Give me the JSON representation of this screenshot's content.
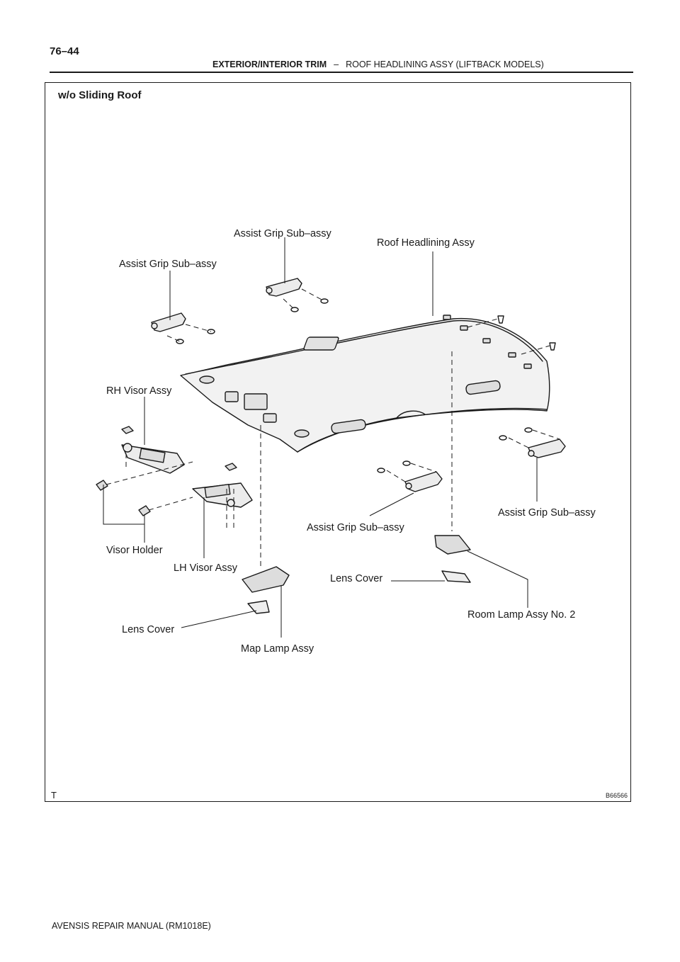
{
  "header": {
    "page_number": "76–44",
    "section": "EXTERIOR/INTERIOR TRIM",
    "separator": "–",
    "subsection": "ROOF HEADLINING ASSY (LIFTBACK MODELS)"
  },
  "figure": {
    "variant_title": "w/o Sliding Roof",
    "figure_id": "B66566",
    "corner_mark": "T",
    "labels": {
      "assist_grip_top": "Assist Grip Sub–assy",
      "roof_headlining": "Roof Headlining Assy",
      "assist_grip_left": "Assist Grip Sub–assy",
      "rh_visor": "RH Visor Assy",
      "visor_holder": "Visor Holder",
      "lh_visor": "LH Visor Assy",
      "assist_grip_mid": "Assist Grip Sub–assy",
      "assist_grip_right": "Assist Grip Sub–assy",
      "lens_cover_right": "Lens Cover",
      "room_lamp": "Room Lamp Assy No. 2",
      "lens_cover_left": "Lens Cover",
      "map_lamp": "Map Lamp Assy"
    }
  },
  "footer": {
    "manual": "AVENSIS REPAIR MANUAL   (RM1018E)"
  }
}
